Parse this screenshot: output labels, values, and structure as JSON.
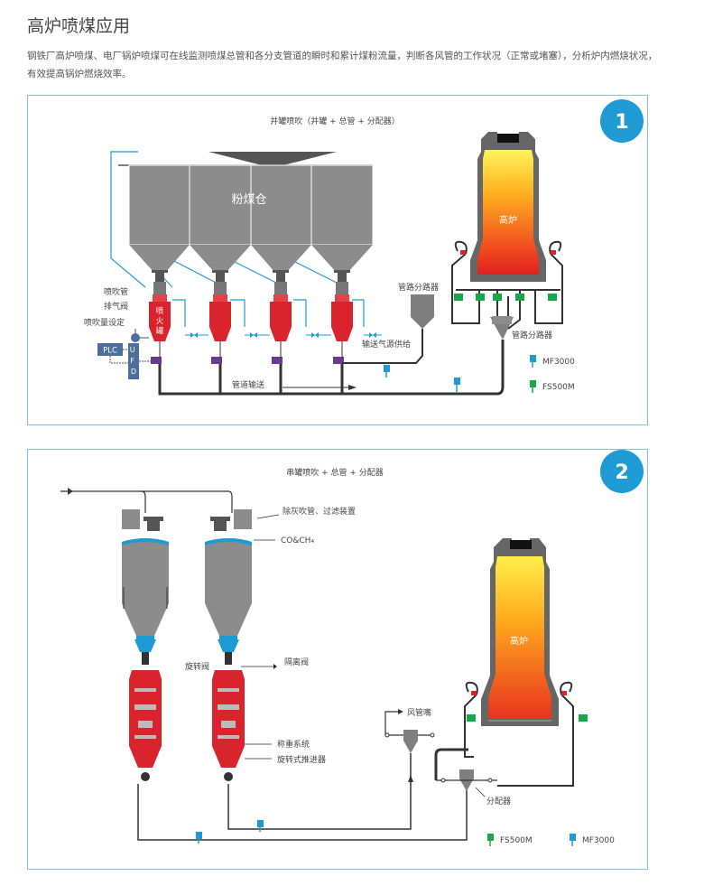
{
  "page": {
    "title": "高炉喷煤应用",
    "description": "钢铁厂高炉喷煤、电厂锅炉喷煤可在线监测喷煤总管和各分支管道的瞬时和累计煤粉流量，判断各风管的工作状况（正常或堵塞），分析炉内燃烧状况，有效提高锅炉燃烧效率。"
  },
  "colors": {
    "blue": "#1e9bd4",
    "red": "#d9232d",
    "gray": "#8a8a8a",
    "green": "#18a84a",
    "panel_border": "#7fc4df",
    "purple": "#6b3a8e",
    "line": "#333333"
  },
  "panel1": {
    "number": "1",
    "subtitle": "并罐喷吹（并罐 + 总管 + 分配器）",
    "silo_label": "粉煤仓",
    "furnace_label": "高炉",
    "tank_label": [
      "喷",
      "火",
      "罐"
    ],
    "labels": {
      "blow_pipe": "喷吹管",
      "vent_valve": "排气阀",
      "blow_setting": "喷吹量设定",
      "plc": "PLC",
      "ufd": [
        "U",
        "F",
        "D"
      ],
      "gas_supply": "输送气源供给",
      "pipeline": "管道输送",
      "distributor_1": "管路分路器",
      "distributor_2": "管路分路器"
    },
    "legend": [
      {
        "name": "MF3000",
        "color": "blue"
      },
      {
        "name": "FS500M",
        "color": "green"
      }
    ]
  },
  "panel2": {
    "number": "2",
    "subtitle": "串罐喷吹 + 总管 + 分配器",
    "furnace_label": "高炉",
    "labels": {
      "dust_filter": "除灰吹管、过滤装置",
      "gas": "CO&CH₄",
      "rotary_valve": "旋转阀",
      "isolation_valve": "隔离阀",
      "weighing": "称重系统",
      "rotary_pusher": "旋转式推进器",
      "air_nozzle": "风管嘴",
      "distributor": "分配器"
    },
    "legend": [
      {
        "name": "FS500M",
        "color": "green"
      },
      {
        "name": "MF3000",
        "color": "blue"
      }
    ]
  }
}
